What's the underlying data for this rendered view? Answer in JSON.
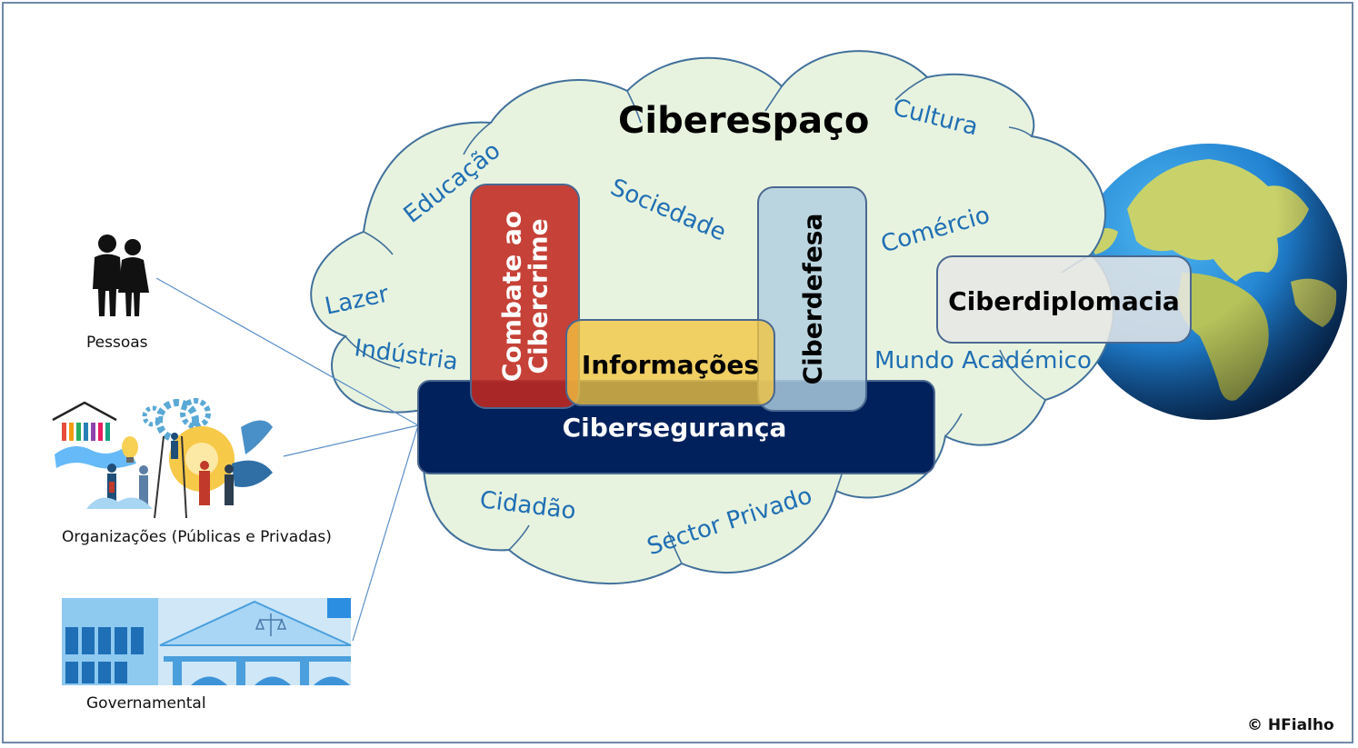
{
  "title": "Ciberespaço",
  "cloud_words": {
    "educacao": "Educação",
    "sociedade": "Sociedade",
    "cultura": "Cultura",
    "comercio": "Comércio",
    "lazer": "Lazer",
    "industria": "Indústria",
    "mundo_academico": "Mundo Académico",
    "cidadao": "Cidadão",
    "sector_privado": "Sector Privado"
  },
  "boxes": {
    "combate": "Combate ao Cibercrime",
    "informacoes": "Informações",
    "ciberdefesa": "Ciberdefesa",
    "ciberseguranca": "Cibersegurança",
    "ciberdiplomacia": "Ciberdiplomacia"
  },
  "actors": {
    "pessoas": "Pessoas",
    "organizacoes": "Organizações (Públicas e Privadas)",
    "governamental": "Governamental"
  },
  "copyright": "© HFialho",
  "colors": {
    "cloud_fill": "#e8f3df",
    "cloud_stroke": "#41719c",
    "combate": "#c0392b",
    "informacoes": "#f2c94c",
    "ciberdefesa": "#b7d3e3",
    "ciberseguranca": "#00215c",
    "ciberdiplomacia": "#e4e4e4",
    "word_blue": "#1f6fb4"
  }
}
